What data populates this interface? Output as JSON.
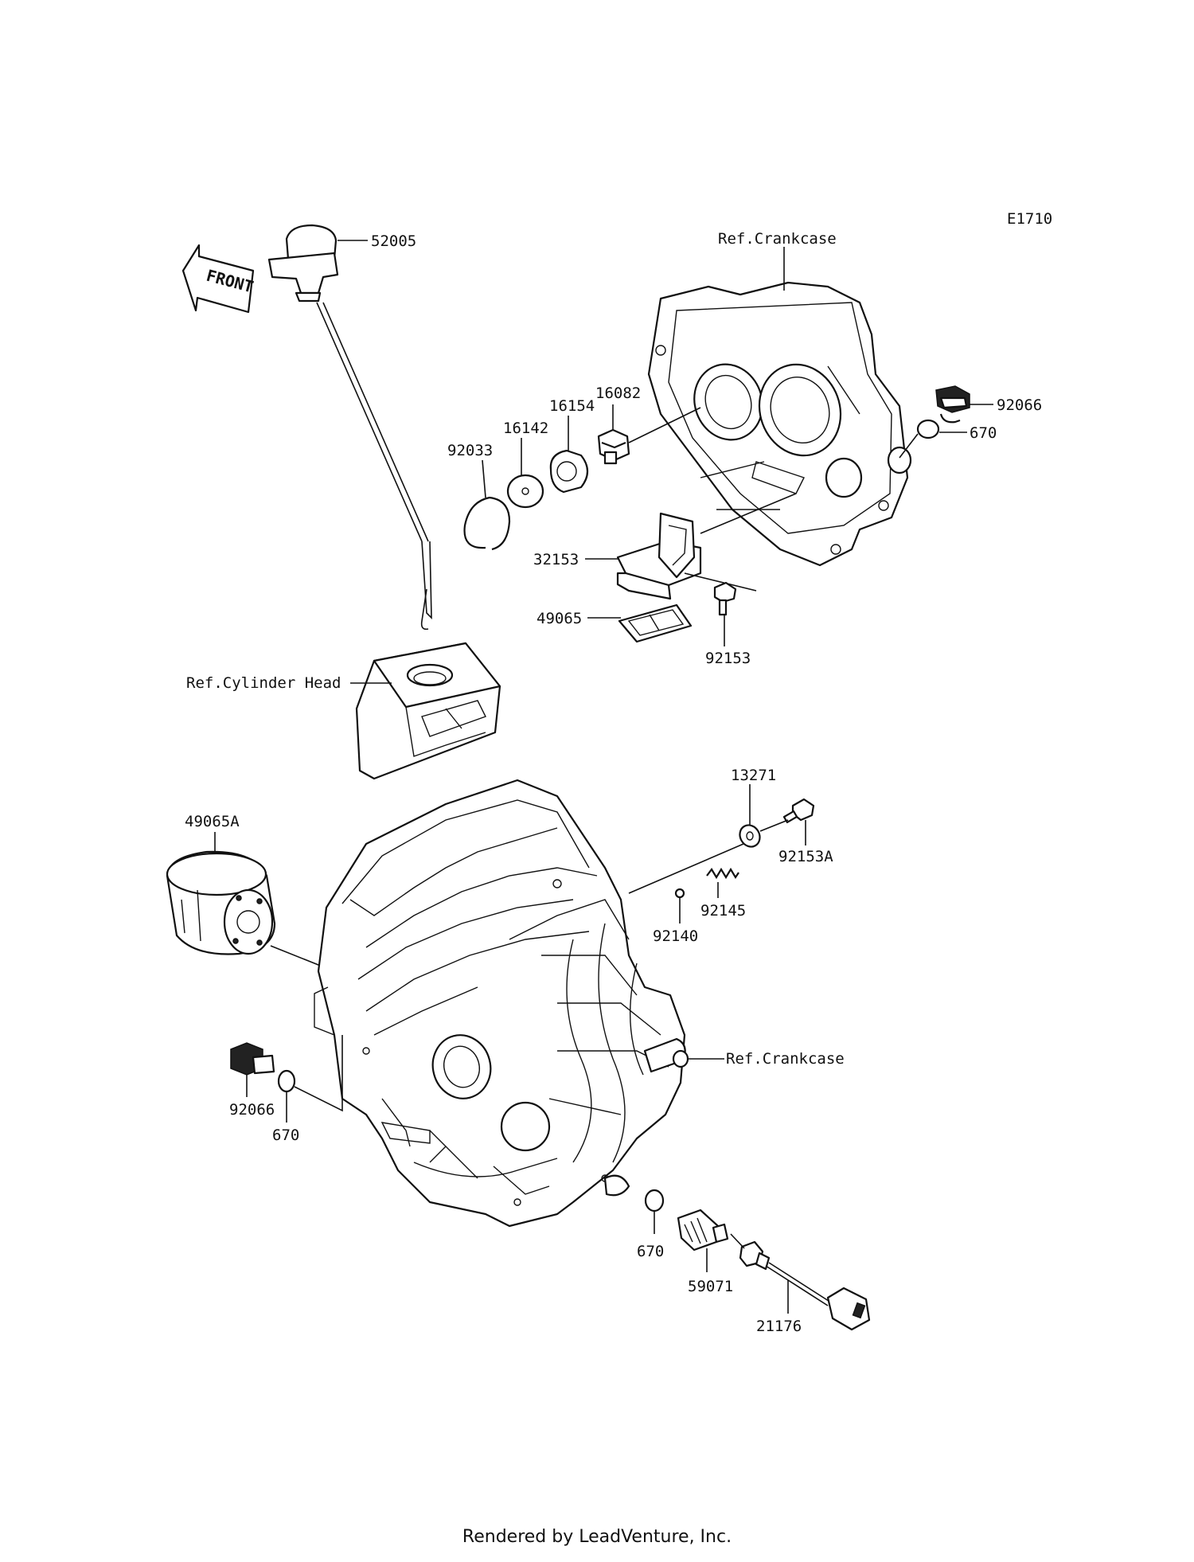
{
  "diagram_code": "E1710",
  "footer": "Rendered by LeadVenture, Inc.",
  "front_label": "FRONT",
  "refs": {
    "crankcase_top": "Ref.Crankcase",
    "cylinder_head": "Ref.Cylinder Head",
    "crankcase_bottom": "Ref.Crankcase"
  },
  "parts": {
    "p52005": "52005",
    "p92066_top": "92066",
    "p670_top": "670",
    "p16082": "16082",
    "p16154": "16154",
    "p16142": "16142",
    "p92033": "92033",
    "p32153": "32153",
    "p49065": "49065",
    "p92153": "92153",
    "p13271": "13271",
    "p92153A": "92153A",
    "p92145": "92145",
    "p92140": "92140",
    "p49065A": "49065A",
    "p92066_bottom": "92066",
    "p670_left": "670",
    "p670_bottom": "670",
    "p59071": "59071",
    "p21176": "21176"
  }
}
